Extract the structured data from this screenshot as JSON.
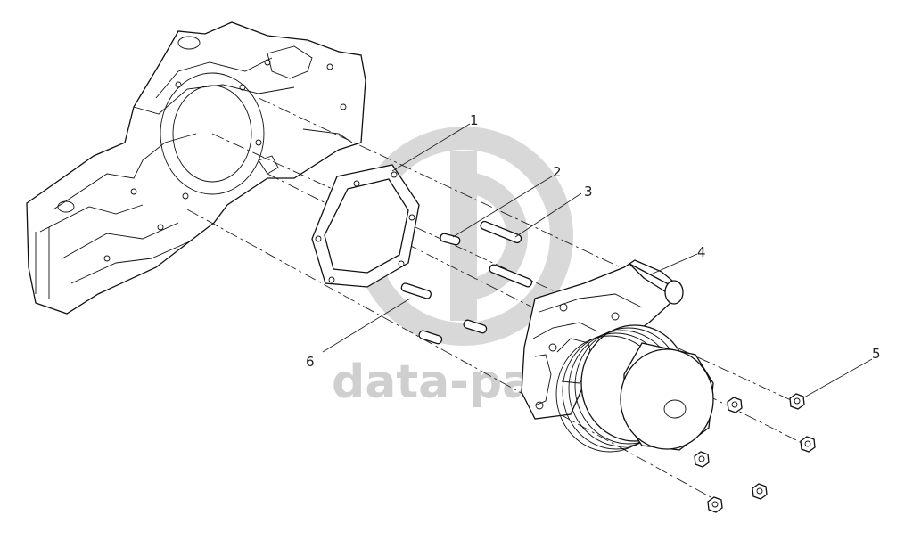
{
  "diagram": {
    "callouts": [
      "1",
      "2",
      "3",
      "4",
      "5",
      "6"
    ],
    "watermark": {
      "text": "data-parts"
    },
    "colors": {
      "line": "#111111",
      "watermark": "#cfcfcf",
      "background": "#ffffff"
    }
  }
}
